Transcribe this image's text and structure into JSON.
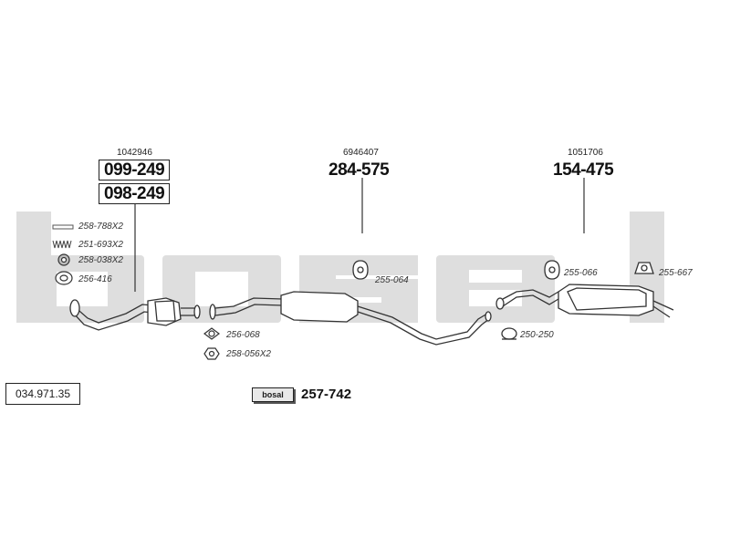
{
  "brand": {
    "watermark": "bosal"
  },
  "catalog_number": "034.971.35",
  "components": {
    "front": {
      "oe_ref": "1042946",
      "parts": [
        "099-249",
        "098-249"
      ]
    },
    "middle": {
      "oe_ref": "6946407",
      "part": "284-575"
    },
    "rear": {
      "oe_ref": "1051706",
      "part": "154-475"
    }
  },
  "accessories": {
    "front": [
      "258-788X2",
      "251-693X2",
      "258-038X2",
      "256-416"
    ],
    "flange": [
      "256-068",
      "258-056X2"
    ],
    "mid_hanger": "255-064",
    "rear_hanger_1": "255-066",
    "rear_hanger_2": "255-667",
    "clamp": "250-250"
  },
  "kit": {
    "logo": "bosal",
    "part": "257-742"
  },
  "colors": {
    "watermark": "#dedede",
    "line": "#333333"
  }
}
